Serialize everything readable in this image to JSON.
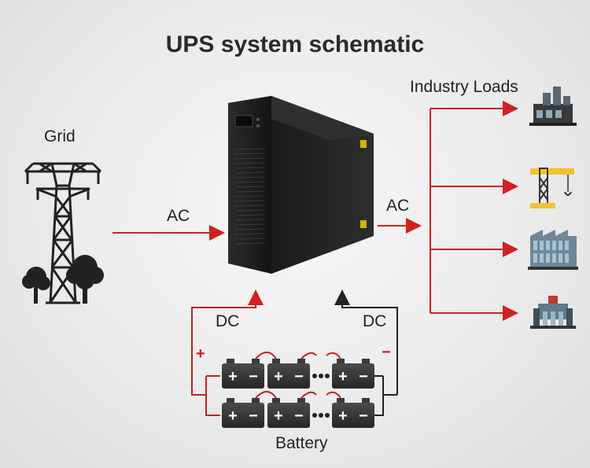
{
  "title": "UPS system schematic",
  "labels": {
    "grid": "Grid",
    "ac_in": "AC",
    "ac_out": "AC",
    "industry_loads": "Industry Loads",
    "dc_left": "DC",
    "dc_right": "DC",
    "battery": "Battery",
    "plus": "+",
    "minus": "−"
  },
  "load_icons": [
    "factory-tanks-icon",
    "crane-icon",
    "factory-building-icon",
    "power-plant-icon"
  ],
  "colors": {
    "arrow": "#d02020",
    "dc_line": "#c42020",
    "dark_line": "#222222",
    "ups_body": "#1c1c1c",
    "battery_body": "#3a3a3a",
    "text": "#222222"
  }
}
